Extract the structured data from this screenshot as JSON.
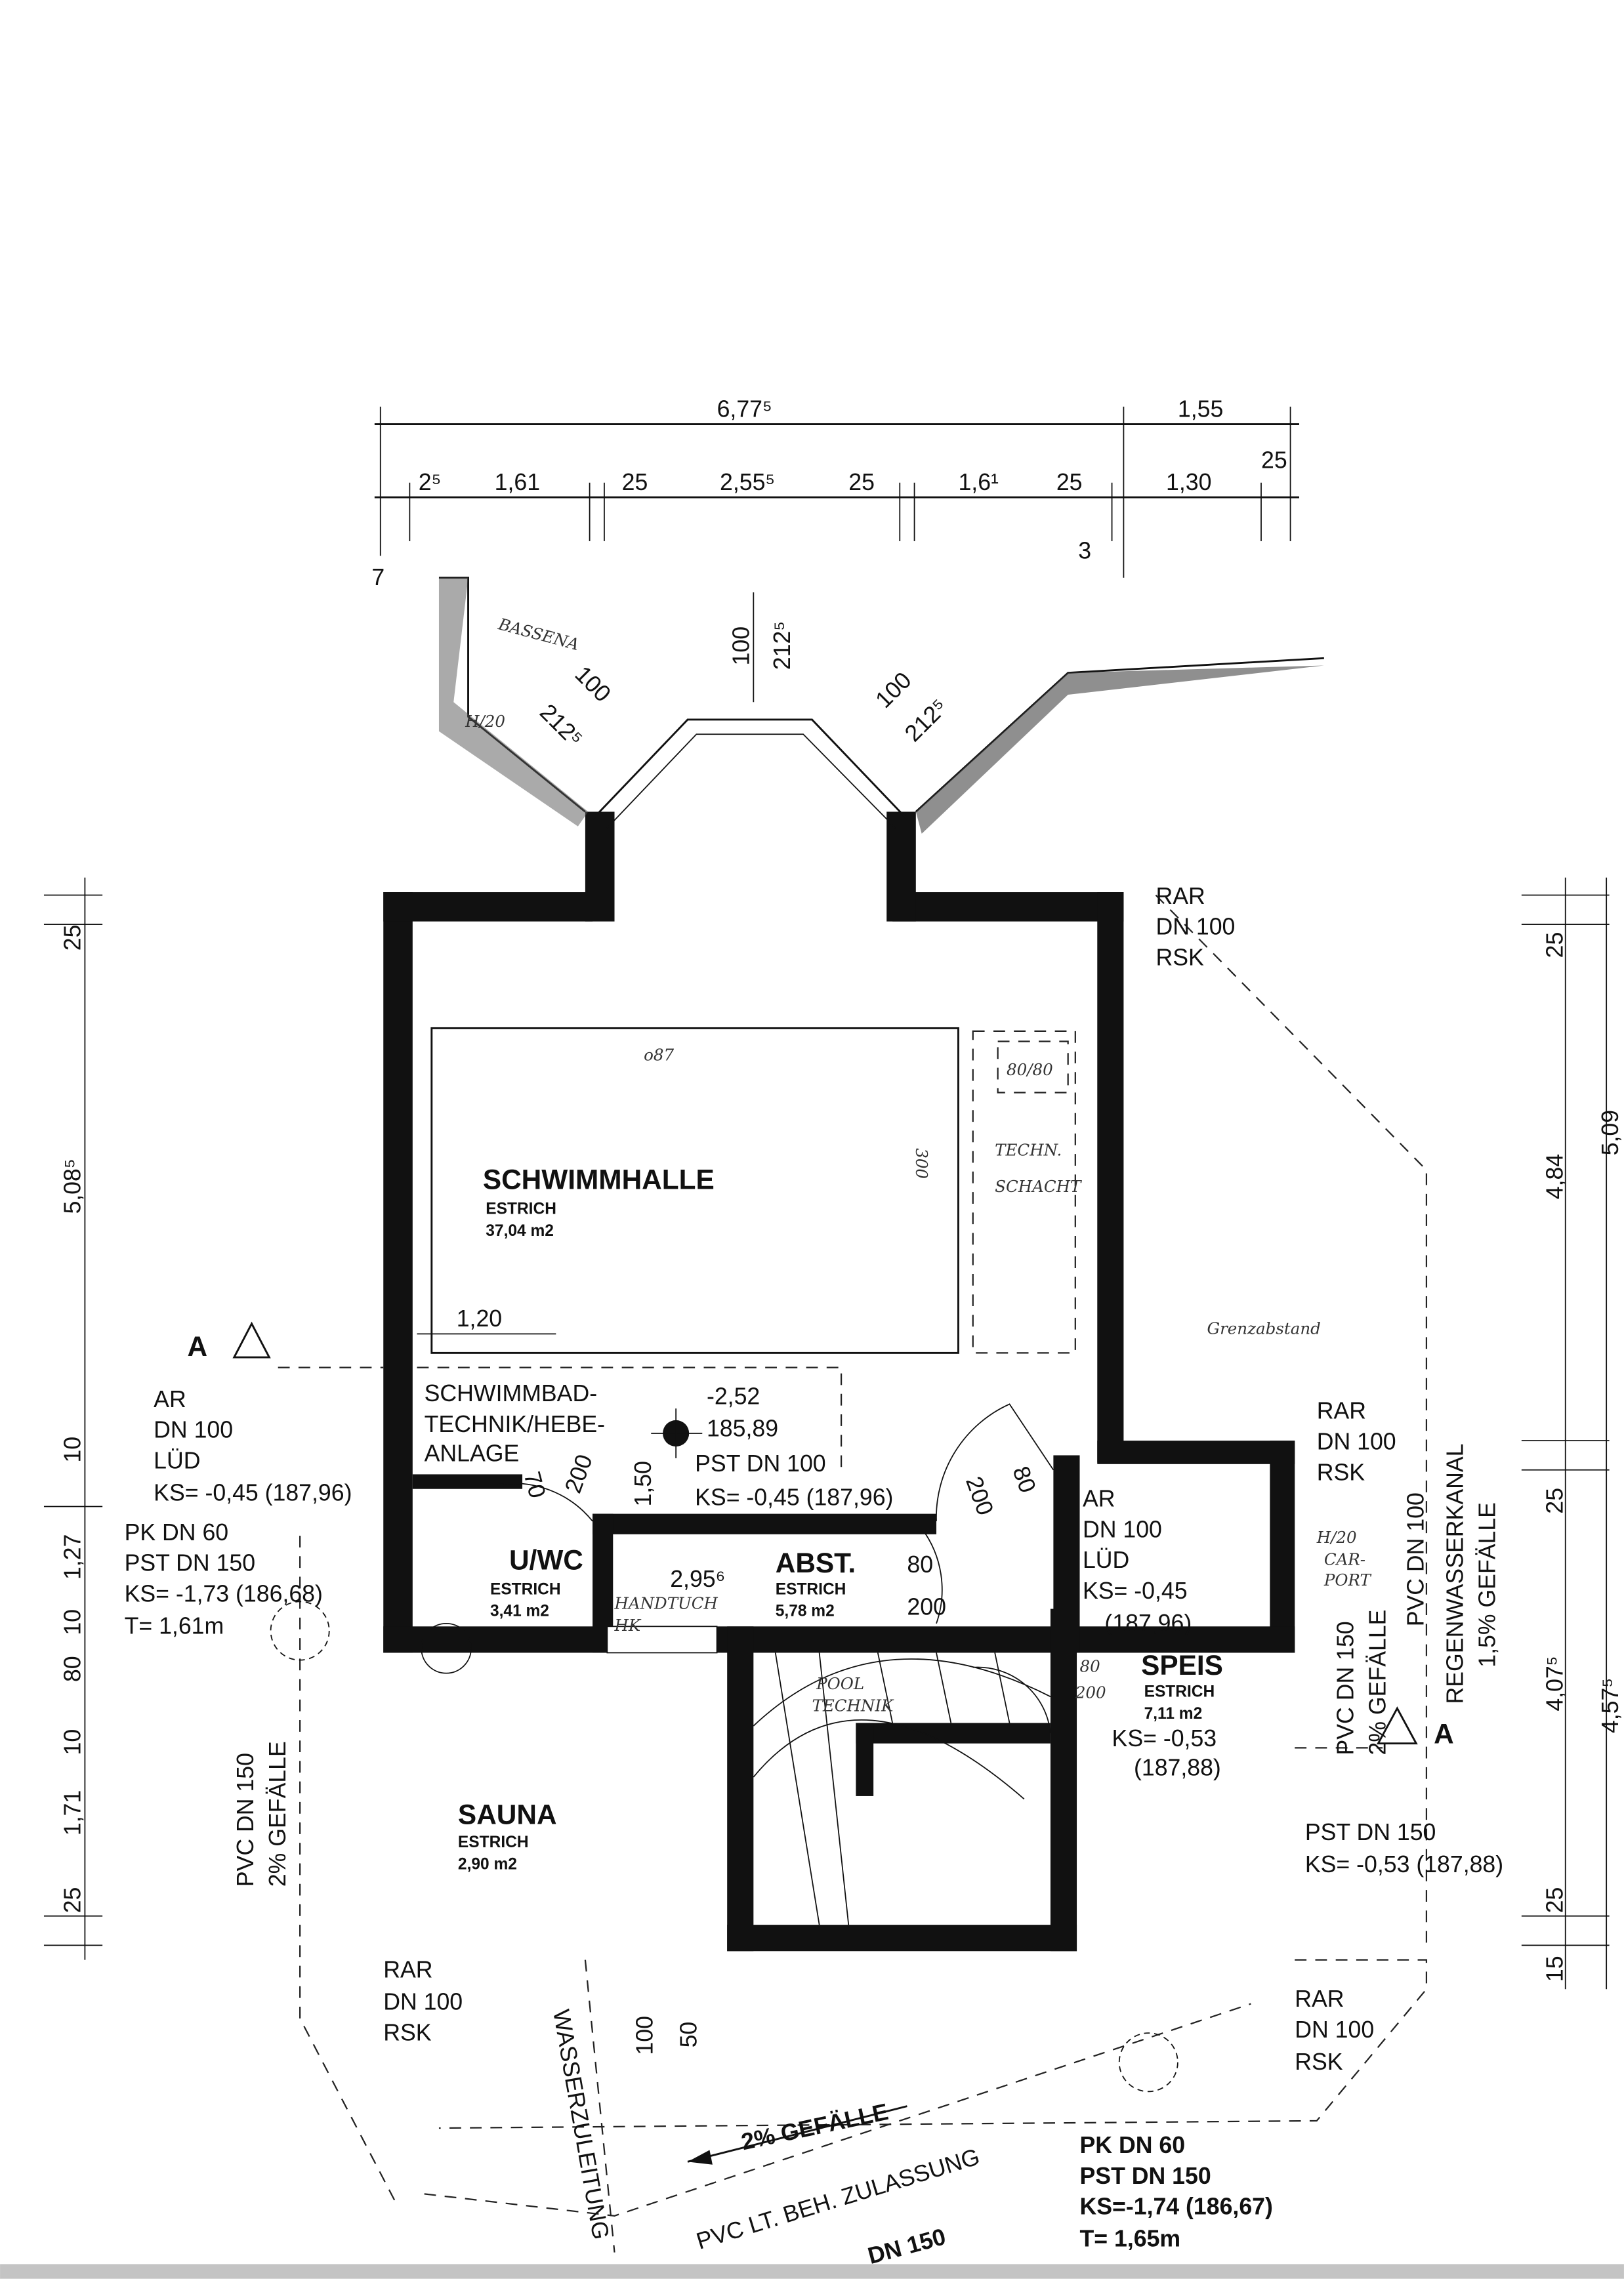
{
  "dims_top": [
    "6,77⁵",
    "1,55",
    "25",
    "2⁵",
    "1,61",
    "25",
    "2,55⁵",
    "25",
    "1,6¹",
    "25",
    "1,30",
    "3",
    "7"
  ],
  "dims_left": [
    "25",
    "5,08⁵",
    "10",
    "1,27",
    "10",
    "80",
    "10",
    "1,71",
    "25"
  ],
  "dims_right": [
    "25",
    "4,84",
    "25",
    "4,07⁵",
    "25",
    "15",
    "5,09",
    "4,57⁵"
  ],
  "bay": [
    "100",
    "212⁵",
    "100",
    "212⁵",
    "100",
    "212⁵"
  ],
  "handwritten": [
    "BASSENA",
    "H/20",
    "o87",
    "80/80",
    "TECHN.",
    "SCHACHT",
    "Grenzabstand",
    "H/20",
    "CAR-",
    "PORT",
    "HANDTUCH",
    "HK",
    "POOL",
    "TECHNIK",
    "80",
    "200"
  ],
  "section_marker": "A",
  "rooms": {
    "schwimmhalle": {
      "name": "SCHWIMMHALLE",
      "floor": "ESTRICH",
      "area": "37,04 m2",
      "pool_depth": "300",
      "pool_dim": "1,20"
    },
    "technik": {
      "lines": [
        "SCHWIMMBAD-",
        "TECHNIK/HEBE-",
        "ANLAGE"
      ]
    },
    "uwc": {
      "name": "U/WC",
      "floor": "ESTRICH",
      "area": "3,41 m2"
    },
    "abst": {
      "name": "ABST.",
      "floor": "ESTRICH",
      "area": "5,78 m2",
      "dims": [
        "2,95⁶",
        "80",
        "200",
        "200",
        "80",
        "70",
        "200",
        "1,50"
      ]
    },
    "speis": {
      "name": "SPEIS",
      "floor": "ESTRICH",
      "area": "7,11 m2"
    },
    "sauna": {
      "name": "SAUNA",
      "floor": "ESTRICH",
      "area": "2,90 m2"
    }
  },
  "notes": {
    "rar_top": [
      "RAR",
      "DN 100",
      "RSK"
    ],
    "left_ar": [
      "AR",
      "DN 100",
      "LÜD",
      "KS= -0,45 (187,96)"
    ],
    "left_pk": [
      "PK DN 60",
      "PST DN 150",
      "KS= -1,73 (186,68)",
      "T= 1,61m"
    ],
    "center_level": [
      "-2,52",
      "185,89",
      "PST DN 100",
      "KS= -0,45 (187,96)"
    ],
    "speis_ar": [
      "AR",
      "DN 100",
      "LÜD",
      "KS= -0,45",
      "(187,96)"
    ],
    "speis_ks": [
      "KS= -0,53",
      "(187,88)"
    ],
    "rar_right": [
      "RAR",
      "DN 100",
      "RSK"
    ],
    "pvc_right": [
      "PVC DN 150",
      "2% GEFÄLLE",
      "PVC DN 100",
      "REGENWASSERKANAL",
      "1,5% GEFÄLLE"
    ],
    "pst_right": [
      "PST DN 150",
      "KS= -0,53 (187,88)"
    ],
    "pvc_left": [
      "PVC DN 150",
      "2% GEFÄLLE"
    ],
    "rar_bottom_left": [
      "RAR",
      "DN 100",
      "RSK"
    ],
    "rar_bottom_right": [
      "RAR",
      "DN 100",
      "RSK"
    ],
    "bottom_dims": [
      "100",
      "50"
    ],
    "wasser": "WASSERZULEITUNG",
    "gefaelle": "2% GEFÄLLE",
    "pvc_bottom": [
      "PVC LT. BEH. ZULASSUNG",
      "DN 150"
    ],
    "pk_bottom": [
      "PK DN 60",
      "PST DN 150",
      "KS=-1,74 (186,67)",
      "T= 1,65m"
    ]
  }
}
